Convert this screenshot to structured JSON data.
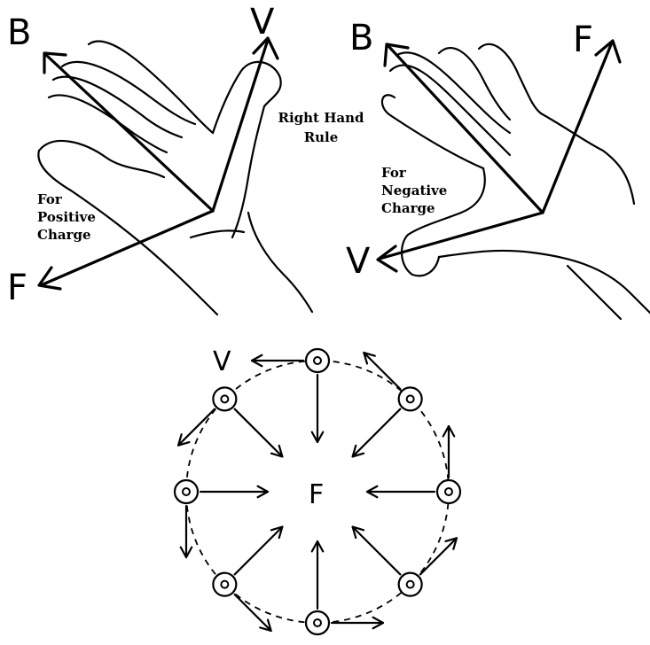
{
  "left_hand": {
    "b_label": "B",
    "v_label": "V",
    "f_label": "F",
    "caption_lines": [
      "For",
      "Positive",
      "Charge"
    ]
  },
  "center": {
    "title_lines": [
      "Right Hand",
      "Rule"
    ]
  },
  "right_hand": {
    "b_label": "B",
    "f_label": "F",
    "v_label": "V",
    "caption_lines": [
      "For",
      "Negative",
      "Charge"
    ]
  },
  "circular_motion": {
    "v_label": "V",
    "f_label": "F",
    "charge_count": 8,
    "field_symbol": "dot-in-circle (B out of page)"
  }
}
